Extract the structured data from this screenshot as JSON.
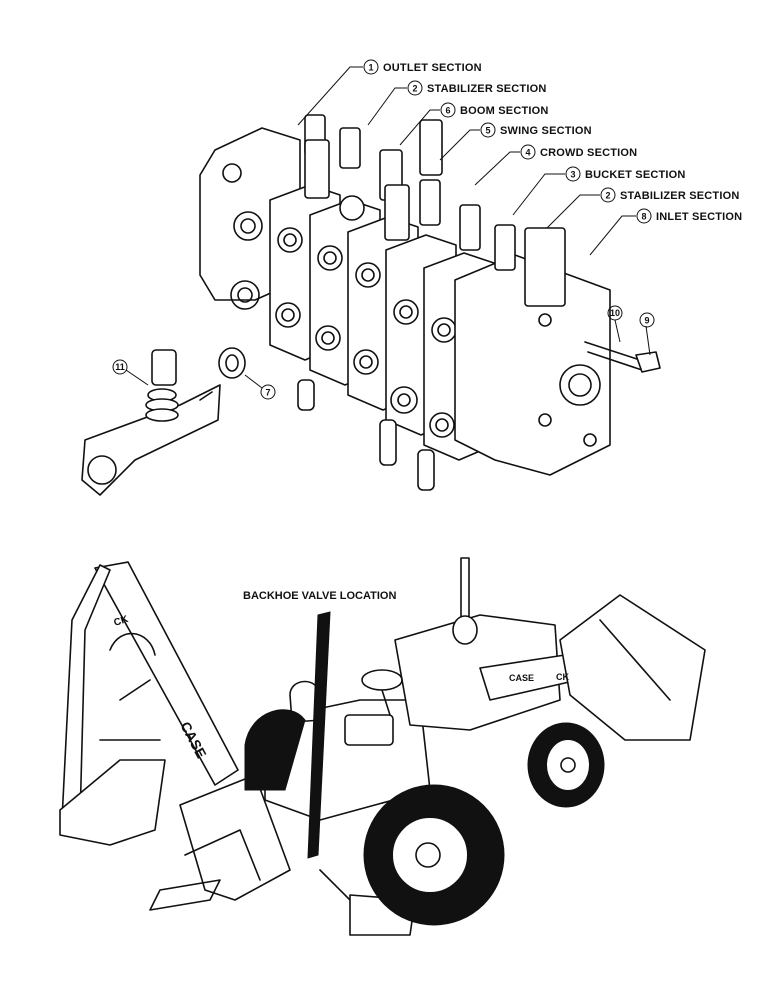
{
  "callouts": [
    {
      "num": "1",
      "label": "OUTLET SECTION"
    },
    {
      "num": "2",
      "label": "STABILIZER SECTION"
    },
    {
      "num": "6",
      "label": "BOOM SECTION"
    },
    {
      "num": "5",
      "label": "SWING  SECTION"
    },
    {
      "num": "4",
      "label": "CROWD SECTION"
    },
    {
      "num": "3",
      "label": "BUCKET SECTION"
    },
    {
      "num": "2",
      "label": "STABILIZER SECTION"
    },
    {
      "num": "8",
      "label": "INLET SECTION"
    }
  ],
  "part_numbers": [
    "10",
    "9",
    "11",
    "7"
  ],
  "location_label": "BACKHOE VALVE LOCATION",
  "brand_marks": [
    "CASE",
    "CASE",
    "CK",
    "CK"
  ]
}
